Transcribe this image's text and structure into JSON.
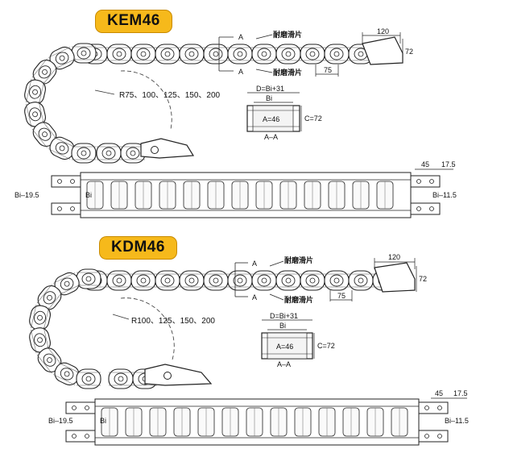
{
  "sections": [
    {
      "model": "KEM46",
      "radius_label": "R75、100、125、150、200",
      "wear_label": "耐磨滑片",
      "section_mark": "A",
      "section_title": "A–A",
      "dim_pitch": "75",
      "dim_len": "120",
      "dim_height": "72",
      "dim_D": "D=Bi+31",
      "dim_Bi": "Bi",
      "dim_A": "A=46",
      "dim_C": "C=72",
      "dim_left": "Bi–19.5",
      "dim_bi_small": "Bi",
      "dim_right": "Bi–11.5",
      "dim_45": "45",
      "dim_175": "17.5"
    },
    {
      "model": "KDM46",
      "radius_label": "R100、125、150、200",
      "wear_label": "耐磨滑片",
      "section_mark": "A",
      "section_title": "A–A",
      "dim_pitch": "75",
      "dim_len": "120",
      "dim_height": "72",
      "dim_D": "D=Bi+31",
      "dim_Bi": "Bi",
      "dim_A": "A=46",
      "dim_C": "C=72",
      "dim_left": "Bi–19.5",
      "dim_bi_small": "Bi",
      "dim_right": "Bi–11.5",
      "dim_45": "45",
      "dim_175": "17.5"
    }
  ]
}
